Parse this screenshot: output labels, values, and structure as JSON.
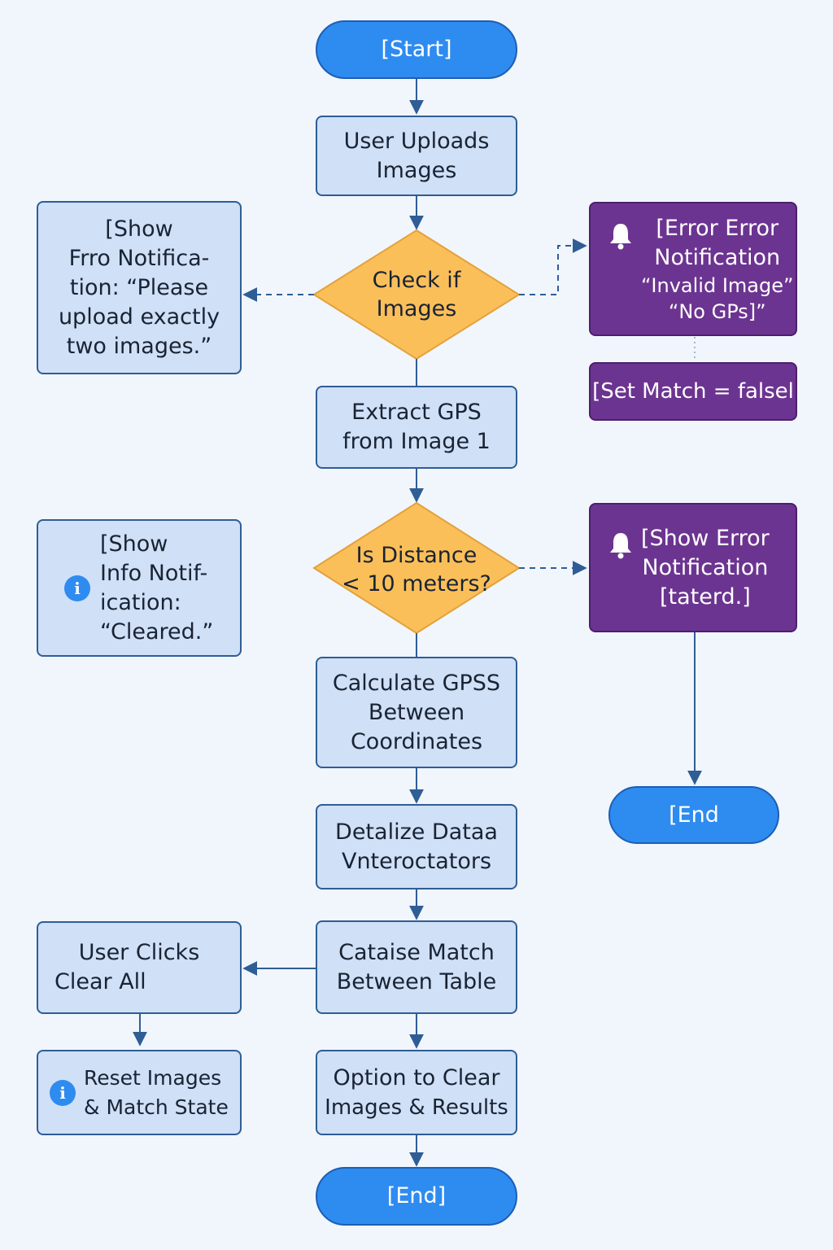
{
  "nodes": {
    "start": "[Start]",
    "upload": [
      "User Uploads",
      "Images"
    ],
    "check": [
      "Check if",
      "Images"
    ],
    "show_error_left": [
      "[Show",
      "Frro Notifica-",
      "tion: “Please",
      "upload exactly",
      "two images.”"
    ],
    "error_notification": [
      "[Error Error",
      "Notification",
      "“Invalid Image”",
      "“No GPs]”"
    ],
    "set_match": "[Set Match = falsel",
    "extract": [
      "Extract GPS",
      "from Image 1"
    ],
    "distance": [
      "Is Distance",
      "< 10 meters?"
    ],
    "show_info": [
      "[Show",
      "Info Notif-",
      "ication:",
      "“Cleared.”"
    ],
    "show_error_right": [
      "[Show Error",
      "Notification",
      "[taterd.]"
    ],
    "calculate": [
      "Calculate GPSS",
      "Between",
      "Coordinates"
    ],
    "end_right": "[End",
    "detalize": [
      "Detalize Dataa",
      "Vnteroctators"
    ],
    "cataise": [
      "Cataise Match",
      "Between Table"
    ],
    "user_clicks": [
      "User Clicks",
      "Clear All"
    ],
    "reset": [
      "Reset Images",
      "& Match State"
    ],
    "option_clear": [
      "Option to Clear",
      "Images & Results"
    ],
    "end_bottom": "[End]"
  },
  "icons": {
    "bell": "bell-icon",
    "info": "info-icon",
    "info_glyph": "i"
  },
  "colors": {
    "background": "#f1f6fc",
    "process_fill": "#cfe0f7",
    "process_border": "#2f5d95",
    "terminal_fill": "#2e8bf0",
    "decision_fill": "#fbbf5a",
    "error_fill": "#6c3491",
    "connector": "#2f5d95"
  }
}
